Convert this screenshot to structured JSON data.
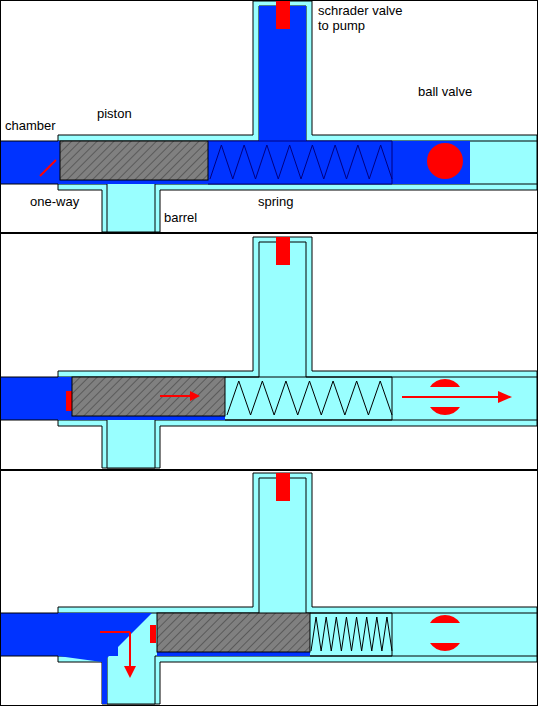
{
  "diagram": {
    "labels": [
      "schrader valve to pump",
      "ball valve",
      "chamber",
      "piston",
      "one-way",
      "barrel",
      "spring"
    ]
  }
}
